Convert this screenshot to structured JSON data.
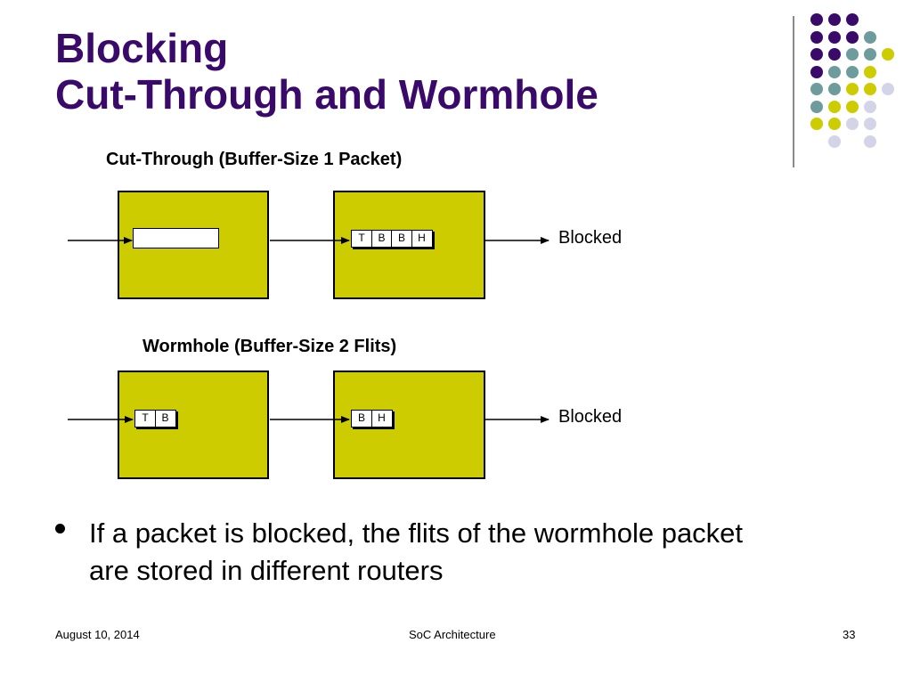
{
  "slide": {
    "title_line1": "Blocking",
    "title_line2": "Cut-Through and Wormhole"
  },
  "colors": {
    "title": "#3a0a6b",
    "router_fill": "#cccc00",
    "dot_purple": "#3a0a6b",
    "dot_teal": "#6e9c9c",
    "dot_yellow": "#cccc00",
    "dot_lavender": "#d4d4e8"
  },
  "cut_through": {
    "label": "Cut-Through (Buffer-Size 1 Packet)",
    "router1_flits": [],
    "router2_flits": [
      "T",
      "B",
      "B",
      "H"
    ],
    "blocked_label": "Blocked"
  },
  "wormhole": {
    "label": "Wormhole (Buffer-Size 2 Flits)",
    "router1_flits": [
      "T",
      "B"
    ],
    "router2_flits": [
      "B",
      "H"
    ],
    "blocked_label": "Blocked"
  },
  "bullet": {
    "text": "If a packet is blocked, the flits of the wormhole packet are stored in different routers"
  },
  "footer": {
    "date": "August 10, 2014",
    "course": "SoC Architecture",
    "page": "33"
  }
}
